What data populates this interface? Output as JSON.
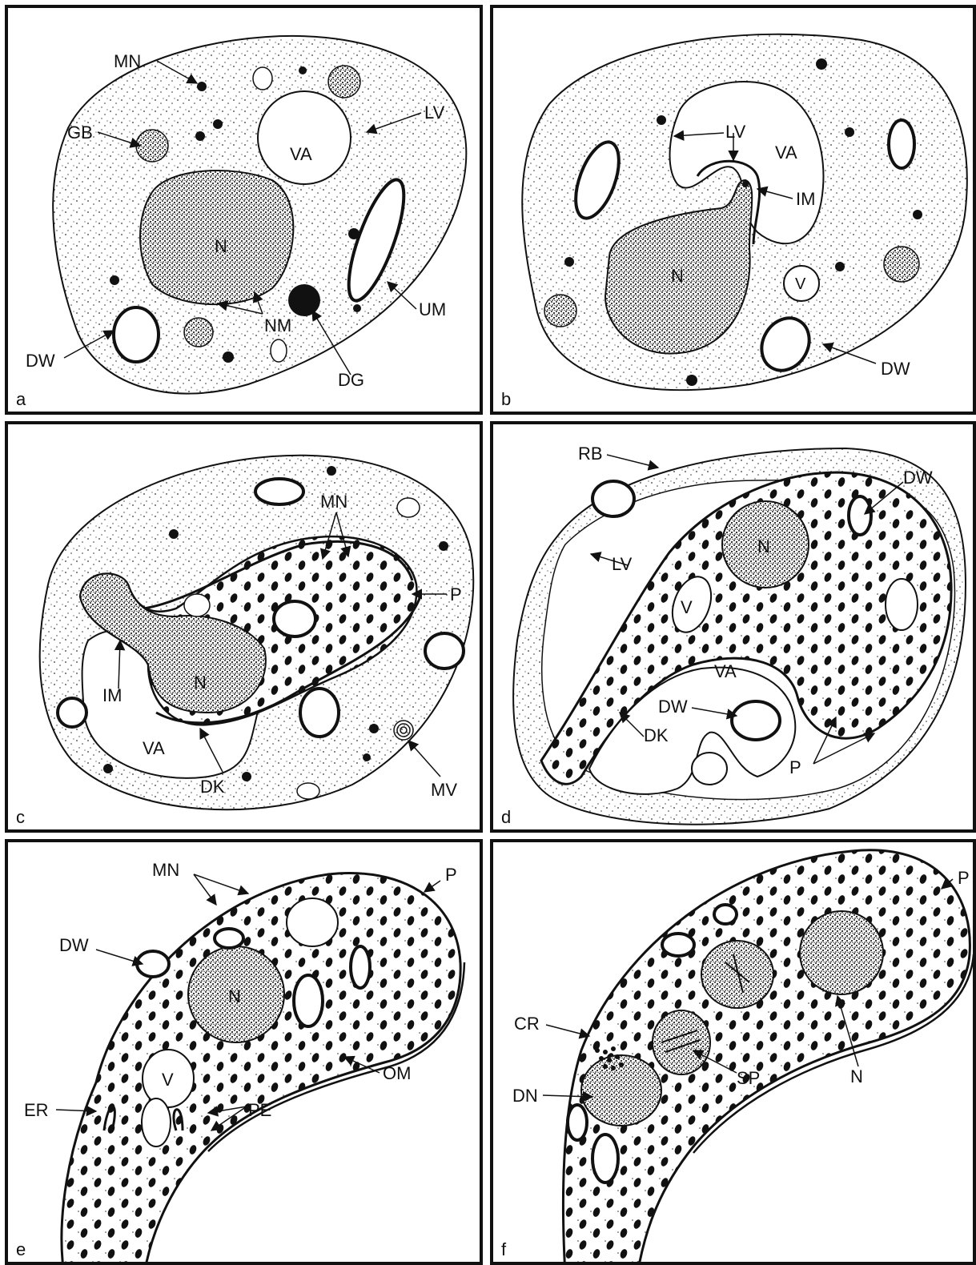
{
  "panels": {
    "a": {
      "letter": "a",
      "labels": {
        "MN": "MN",
        "GB": "GB",
        "LV": "LV",
        "VA": "VA",
        "N": "N",
        "UM": "UM",
        "NM": "NM",
        "DW": "DW",
        "DG": "DG"
      }
    },
    "b": {
      "letter": "b",
      "labels": {
        "LV": "LV",
        "VA": "VA",
        "IM": "IM",
        "N": "N",
        "V": "V",
        "DW": "DW"
      }
    },
    "c": {
      "letter": "c",
      "labels": {
        "MN": "MN",
        "P": "P",
        "IM": "IM",
        "N": "N",
        "VA": "VA",
        "DK": "DK",
        "MV": "MV"
      }
    },
    "d": {
      "letter": "d",
      "labels": {
        "RB": "RB",
        "DW": "DW",
        "LV": "LV",
        "N": "N",
        "V": "V",
        "VA": "VA",
        "DW2": "DW",
        "DK": "DK",
        "P": "P"
      }
    },
    "e": {
      "letter": "e",
      "labels": {
        "MN": "MN",
        "P": "P",
        "DW": "DW",
        "N": "N",
        "V": "V",
        "OM": "OM",
        "ER": "ER",
        "PE": "PE"
      }
    },
    "f": {
      "letter": "f",
      "labels": {
        "P": "P",
        "CR": "CR",
        "N": "N",
        "SP": "SP",
        "DN": "DN"
      }
    }
  },
  "colors": {
    "ink": "#111111",
    "paper": "#ffffff",
    "stipple": "#444444"
  }
}
